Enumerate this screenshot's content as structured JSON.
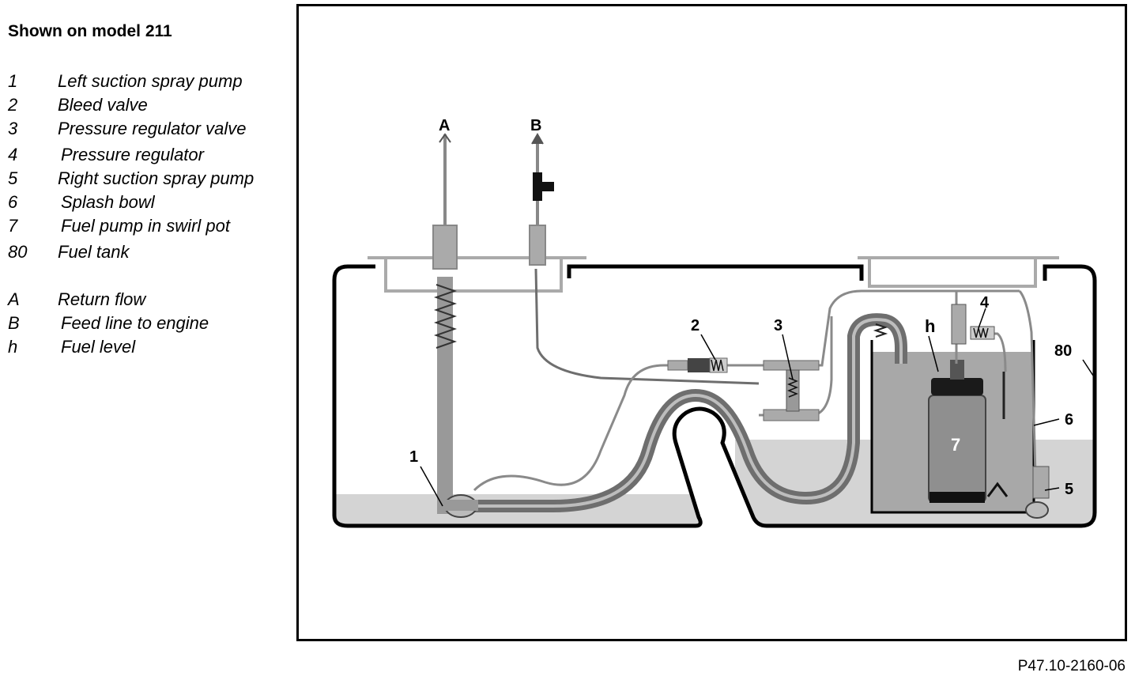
{
  "title": "Shown on model 211",
  "legend": [
    {
      "key": "1",
      "label": "Left suction spray pump"
    },
    {
      "key": "2",
      "label": "Bleed valve"
    },
    {
      "key": "3",
      "label": "Pressure regulator valve"
    },
    {
      "key": "4",
      "label": "Pressure regulator"
    },
    {
      "key": "5",
      "label": "Right suction spray pump"
    },
    {
      "key": "6",
      "label": "Splash bowl"
    },
    {
      "key": "7",
      "label": "Fuel pump in swirl pot"
    },
    {
      "key": "80",
      "label": "Fuel tank"
    },
    {
      "key": "A",
      "label": "Return flow"
    },
    {
      "key": "B",
      "label": "Feed line to engine"
    },
    {
      "key": "h",
      "label": "Fuel level"
    }
  ],
  "callouts": {
    "c1": "1",
    "c2": "2",
    "c3": "3",
    "c4": "4",
    "c5": "5",
    "c6": "6",
    "c7": "7",
    "c80": "80",
    "cA": "A",
    "cB": "B",
    "ch": "h"
  },
  "reference": "P47.10-2160-06",
  "colors": {
    "fuel": "#d4d4d4",
    "hose": "#6e6e6e",
    "line": "#8a8a8a",
    "pump": "#a8a8a8"
  }
}
